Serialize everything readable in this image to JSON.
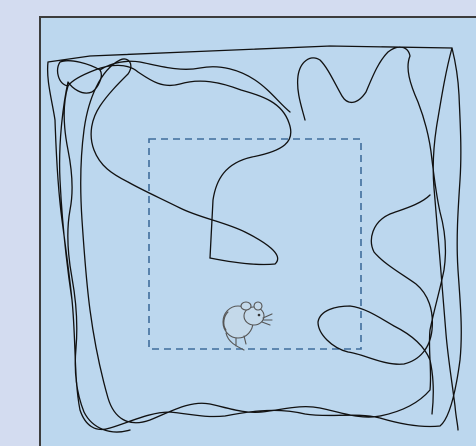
{
  "figure": {
    "kind": "open-field locomotion trace",
    "subject": "mouse",
    "colors": {
      "background": "#d3dcf0",
      "arena_fill": "#bcd7ee",
      "arena_border": "#3d3d3d",
      "trajectory": "#111111",
      "center_zone": "#3f6d9c",
      "mouse_outline": "#555555"
    },
    "center_zone_style": "dashed",
    "icons": [
      "mouse-icon"
    ]
  }
}
